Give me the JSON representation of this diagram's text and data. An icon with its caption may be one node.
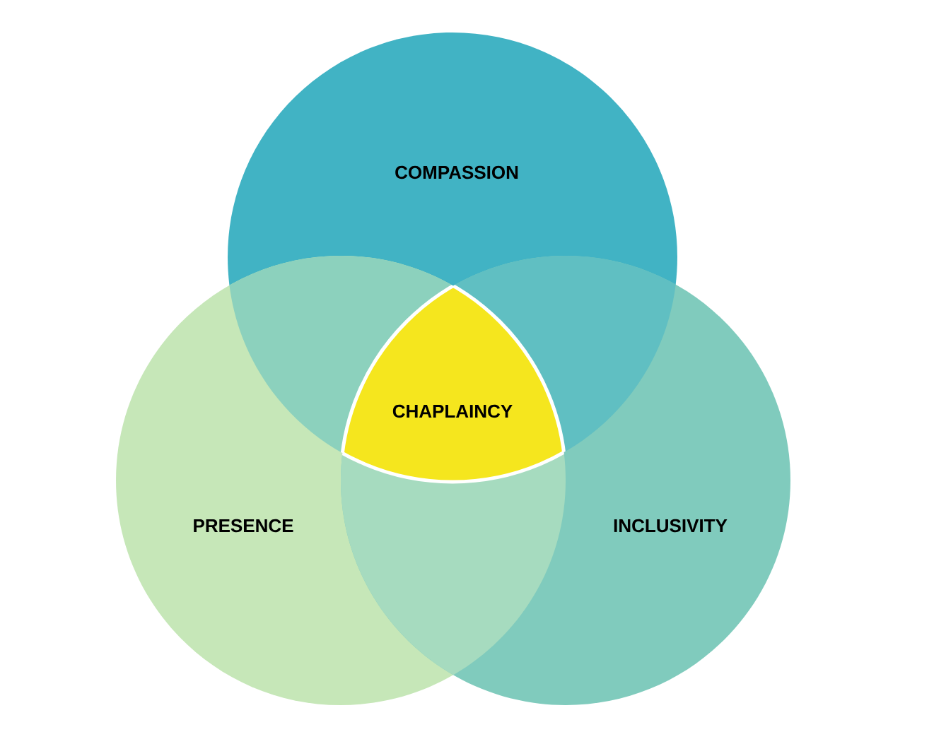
{
  "diagram": {
    "nodes": [
      {
        "text": [
          "COMPASSION"
        ]
      },
      {
        "text": [
          "PRESENCE"
        ]
      },
      {
        "text": [
          "INCLUSIVITY"
        ]
      },
      {
        "text": [
          "CHAPLAINCY"
        ]
      }
    ]
  }
}
